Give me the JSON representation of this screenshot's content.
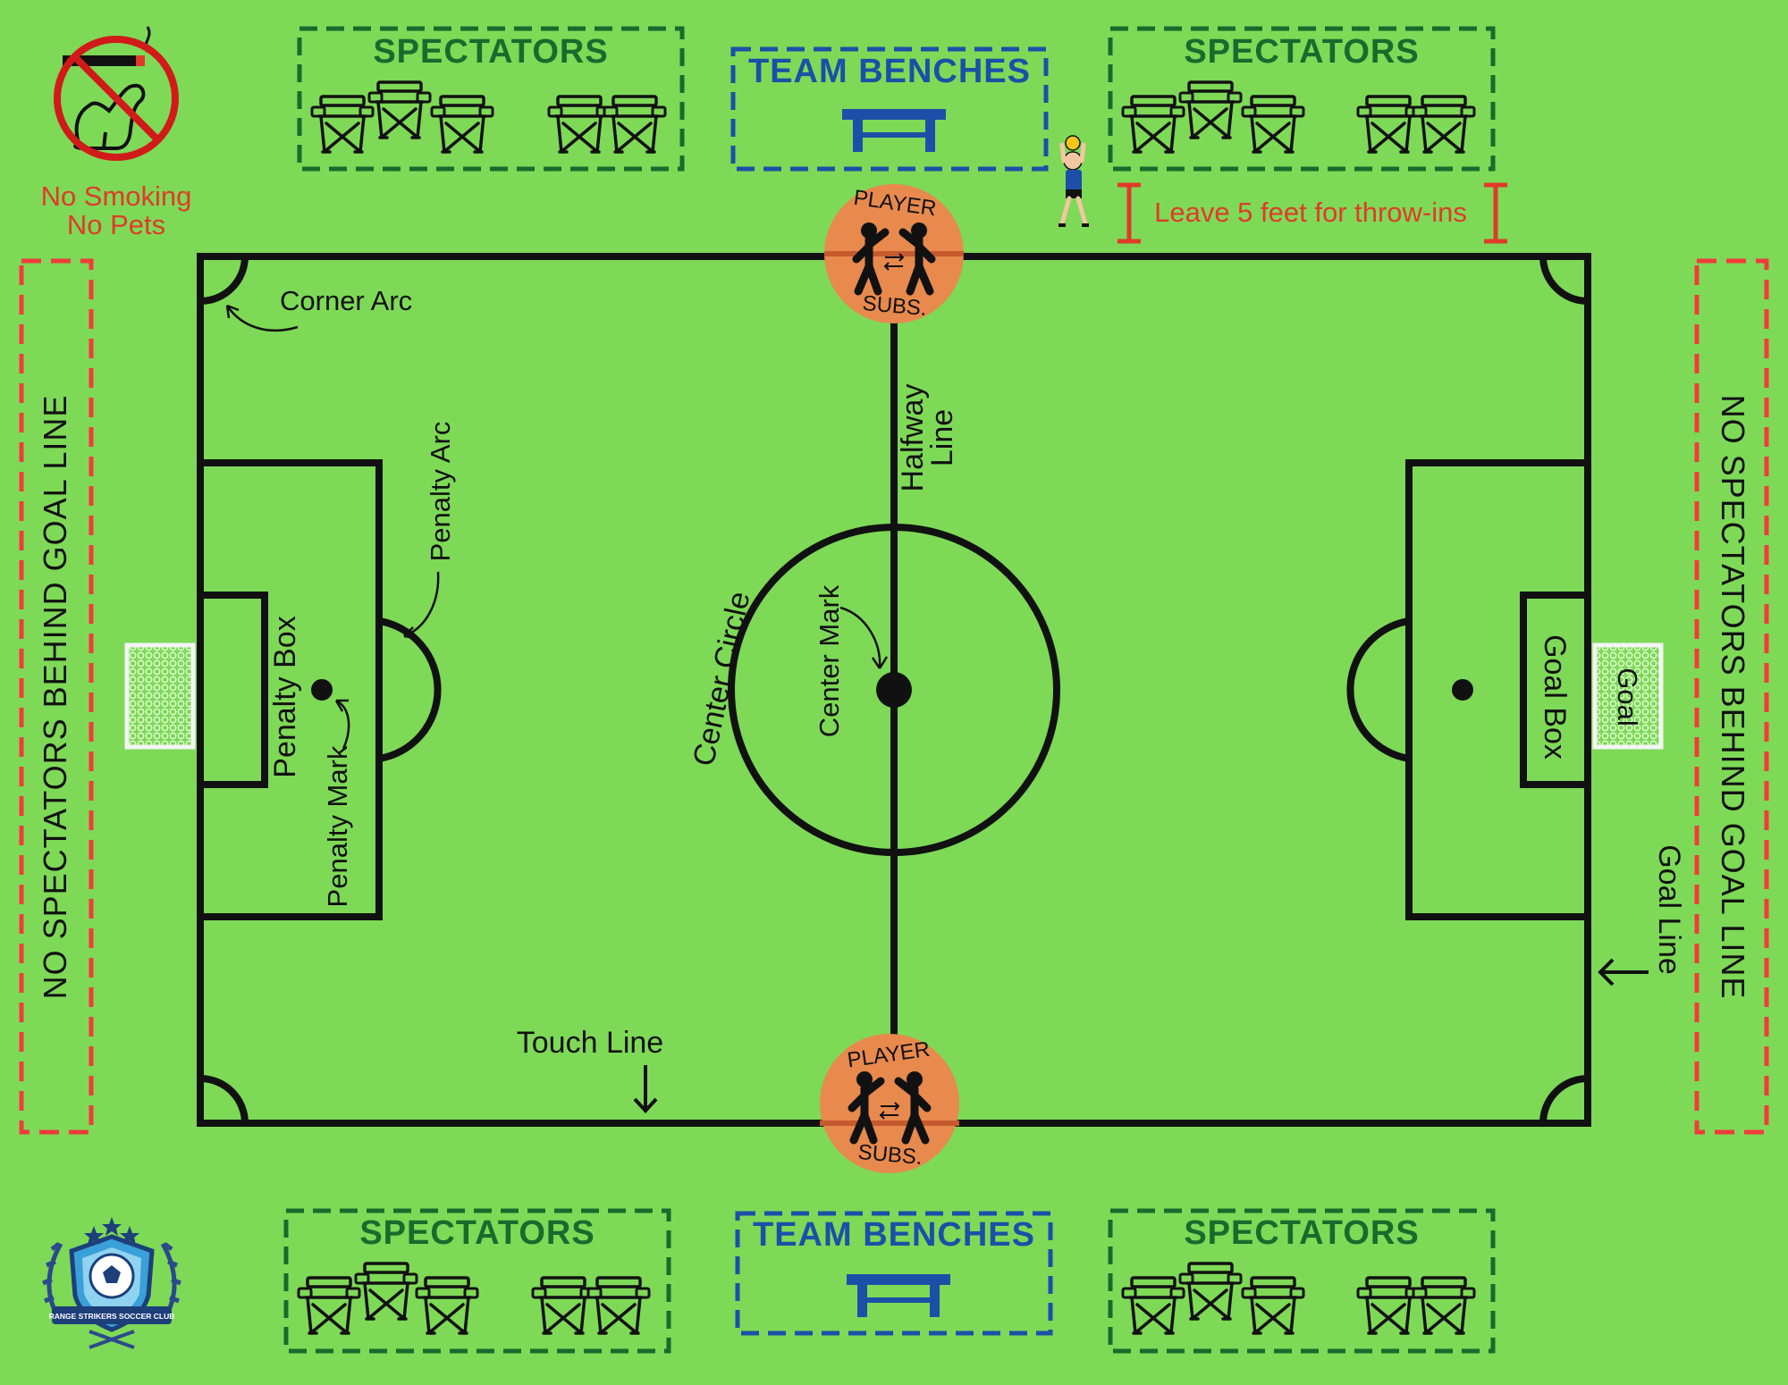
{
  "no_smoking_no_pets": [
    "No Smoking",
    "No Pets"
  ],
  "spectator_title": "SPECTATORS",
  "team_benches_title": "TEAM BENCHES",
  "throw_in_note": "Leave 5 feet for throw-ins",
  "player_subs": {
    "top": "PLAYER",
    "bottom": "SUBS."
  },
  "side_warning": "NO SPECTATORS BEHIND GOAL LINE",
  "field_labels": {
    "corner_arc": "Corner Arc",
    "penalty_arc": "Penalty Arc",
    "penalty_box": "Penalty Box",
    "penalty_mark": "Penalty Mark",
    "center_circle": "Center Circle",
    "center_mark": "Center Mark",
    "halfway_line": [
      "Halfway",
      "Line"
    ],
    "touch_line": "Touch Line",
    "goal": "Goal",
    "goal_box": "Goal Box",
    "goal_line": "Goal Line"
  },
  "club_logo_text": "RANGE STRIKERS SOCCER CLUB",
  "colors": {
    "grass": "#7ed957",
    "spectator_border": "#176b2c",
    "bench_border": "#1d4fa8",
    "warning": "#e03a2a",
    "subs_circle": "#e8894d"
  }
}
